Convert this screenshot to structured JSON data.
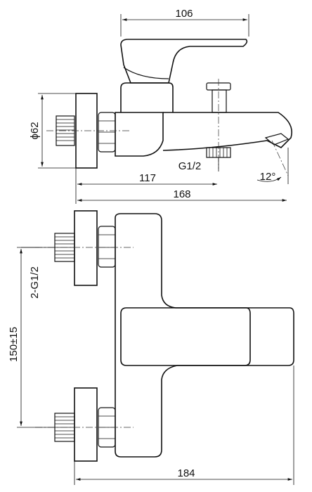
{
  "dimensions": {
    "top_width": "106",
    "diameter": "ϕ62",
    "thread": "G1/2",
    "angle": "12°",
    "offset": "117",
    "depth": "168",
    "inlets": "2-G1/2",
    "spacing": "150±15",
    "total_width": "184"
  }
}
